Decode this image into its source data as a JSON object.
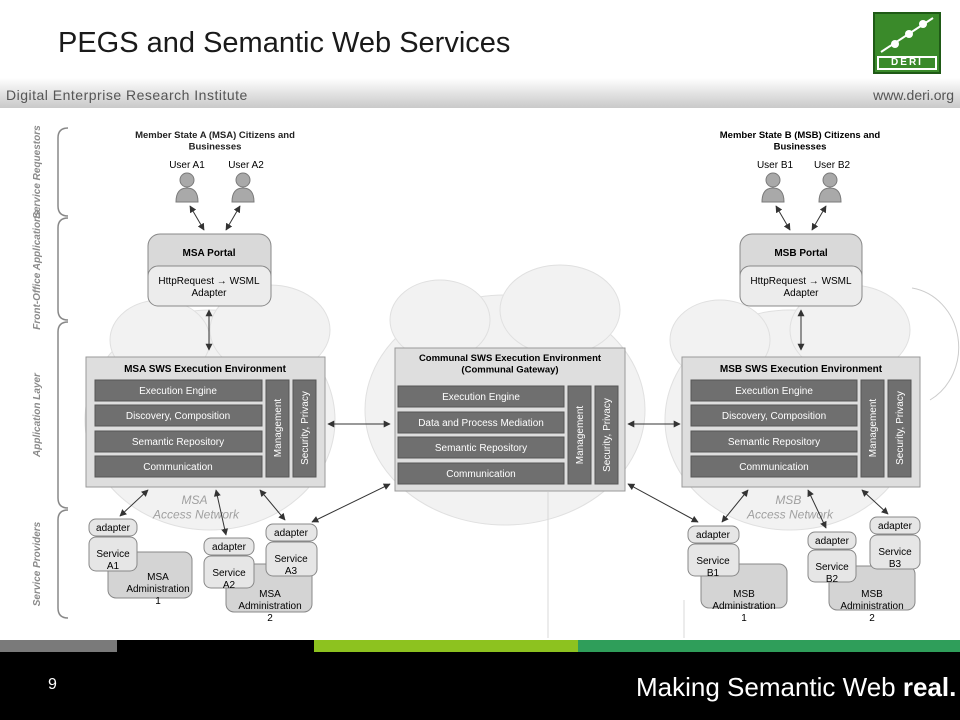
{
  "slide": {
    "title": "PEGS and Semantic Web Services",
    "institute": "Digital Enterprise Research Institute",
    "website": "www.deri.org",
    "logo_text": "DERI",
    "page_number": "9",
    "tagline_prefix": "Making Semantic Web ",
    "tagline_bold": "real."
  },
  "layers": [
    "Service Requestors",
    "Front-Office Applications",
    "Application Layer",
    "Service Providers"
  ],
  "msa": {
    "citizens": "Member State A (MSA) Citizens and Businesses",
    "user1": "User A1",
    "user2": "User A2",
    "portal": "MSA Portal",
    "adapter": "HttpRequest → WSML Adapter",
    "env_title": "MSA SWS Execution Environment",
    "rows": [
      "Execution Engine",
      "Discovery, Composition",
      "Semantic Repository",
      "Communication"
    ],
    "management": "Management",
    "security": "Security, Privacy",
    "network": "MSA Access Network",
    "providers": [
      {
        "adapter": "adapter",
        "service": "Service A1",
        "admin": "MSA Administration 1"
      },
      {
        "adapter": "adapter",
        "service": "Service A2",
        "admin": "MSA Administration 2"
      },
      {
        "adapter": "adapter",
        "service": "Service A3",
        "admin": ""
      }
    ]
  },
  "communal": {
    "title": "Communal SWS Execution Environment (Communal Gateway)",
    "rows": [
      "Execution Engine",
      "Data and Process Mediation",
      "Semantic Repository",
      "Communication"
    ],
    "management": "Management",
    "security": "Security, Privacy"
  },
  "msb": {
    "citizens": "Member State B (MSB) Citizens and Businesses",
    "user1": "User B1",
    "user2": "User B2",
    "portal": "MSB Portal",
    "adapter": "HttpRequest → WSML Adapter",
    "env_title": "MSB SWS Execution Environment",
    "rows": [
      "Execution Engine",
      "Discovery, Composition",
      "Semantic Repository",
      "Communication"
    ],
    "management": "Management",
    "security": "Security, Privacy",
    "network": "MSB Access Network",
    "providers": [
      {
        "adapter": "adapter",
        "service": "Service B1",
        "admin": "MSB Administration 1"
      },
      {
        "adapter": "adapter",
        "service": "Service B2",
        "admin": "MSB Administration 2"
      },
      {
        "adapter": "adapter",
        "service": "Service B3",
        "admin": ""
      }
    ]
  },
  "colors": {
    "footer_gray": "#7a7a7a",
    "footer_black": "#000000",
    "footer_lime": "#8dc21f",
    "footer_green": "#2f9e5a",
    "logo_green": "#3a8a2a",
    "box_fill": "#d9d9d9",
    "box_dark": "#6f6f6f"
  }
}
